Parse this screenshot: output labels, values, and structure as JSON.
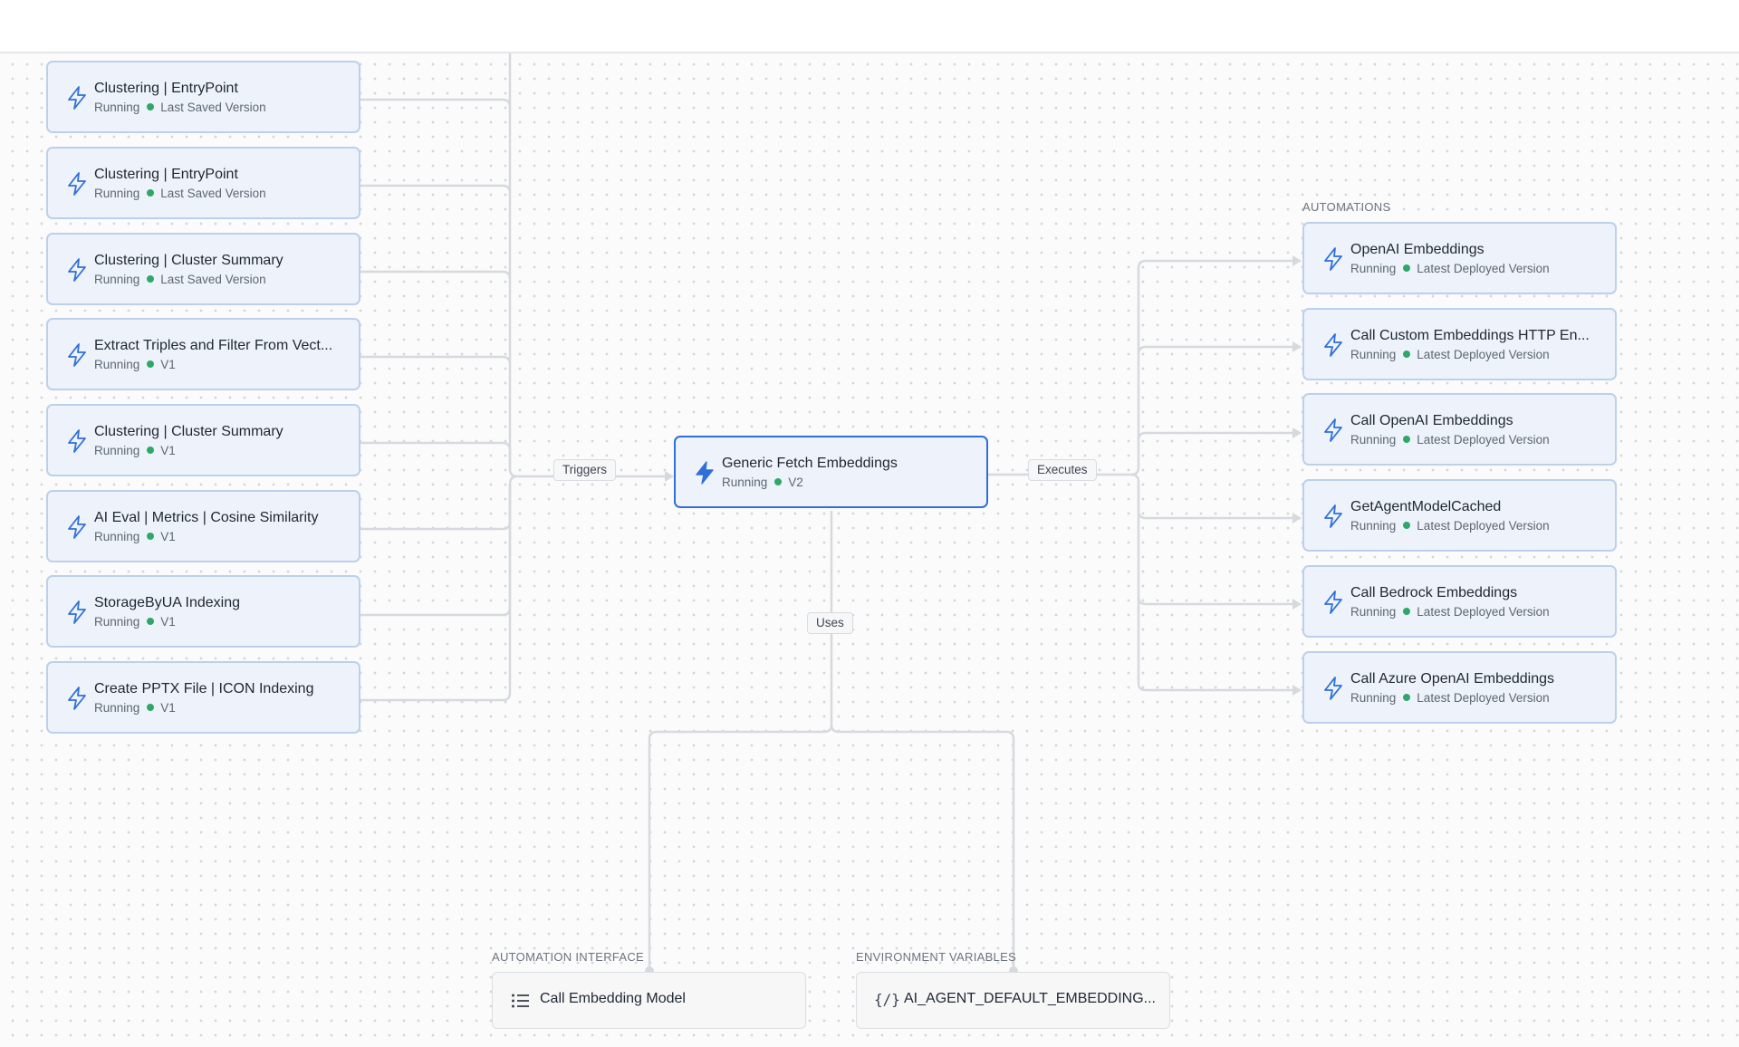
{
  "triggers": [
    {
      "title": "Clustering | EntryPoint",
      "status": "Running",
      "version": "Last Saved Version"
    },
    {
      "title": "Clustering | EntryPoint",
      "status": "Running",
      "version": "Last Saved Version"
    },
    {
      "title": "Clustering | Cluster Summary",
      "status": "Running",
      "version": "Last Saved Version"
    },
    {
      "title": "Extract Triples and Filter From Vect...",
      "status": "Running",
      "version": "V1"
    },
    {
      "title": "Clustering | Cluster Summary",
      "status": "Running",
      "version": "V1"
    },
    {
      "title": "AI Eval | Metrics | Cosine Similarity",
      "status": "Running",
      "version": "V1"
    },
    {
      "title": "StorageByUA Indexing",
      "status": "Running",
      "version": "V1"
    },
    {
      "title": "Create PPTX File | ICON Indexing",
      "status": "Running",
      "version": "V1"
    }
  ],
  "center": {
    "title": "Generic Fetch Embeddings",
    "status": "Running",
    "version": "V2"
  },
  "edge_labels": {
    "triggers": "Triggers",
    "executes": "Executes",
    "uses": "Uses"
  },
  "automations": {
    "section_label": "AUTOMATIONS",
    "items": [
      {
        "title": "OpenAI Embeddings",
        "status": "Running",
        "version": "Latest Deployed Version"
      },
      {
        "title": "Call Custom Embeddings HTTP En...",
        "status": "Running",
        "version": "Latest Deployed Version"
      },
      {
        "title": "Call OpenAI Embeddings",
        "status": "Running",
        "version": "Latest Deployed Version"
      },
      {
        "title": "GetAgentModelCached",
        "status": "Running",
        "version": "Latest Deployed Version"
      },
      {
        "title": "Call Bedrock Embeddings",
        "status": "Running",
        "version": "Latest Deployed Version"
      },
      {
        "title": "Call Azure OpenAI Embeddings",
        "status": "Running",
        "version": "Latest Deployed Version"
      }
    ]
  },
  "interface": {
    "section_label": "AUTOMATION INTERFACE",
    "label": "Call Embedding Model",
    "icon": "list-icon"
  },
  "env": {
    "section_label": "ENVIRONMENT VARIABLES",
    "label": "AI_AGENT_DEFAULT_EMBEDDING...",
    "icon": "variable-icon",
    "icon_glyph": "{/}"
  },
  "colors": {
    "accent": "#2f6fd8",
    "node_bg": "#eef3fb",
    "node_border": "#bcd0ec",
    "status_dot": "#2ea867",
    "edge": "#d6d9de"
  }
}
